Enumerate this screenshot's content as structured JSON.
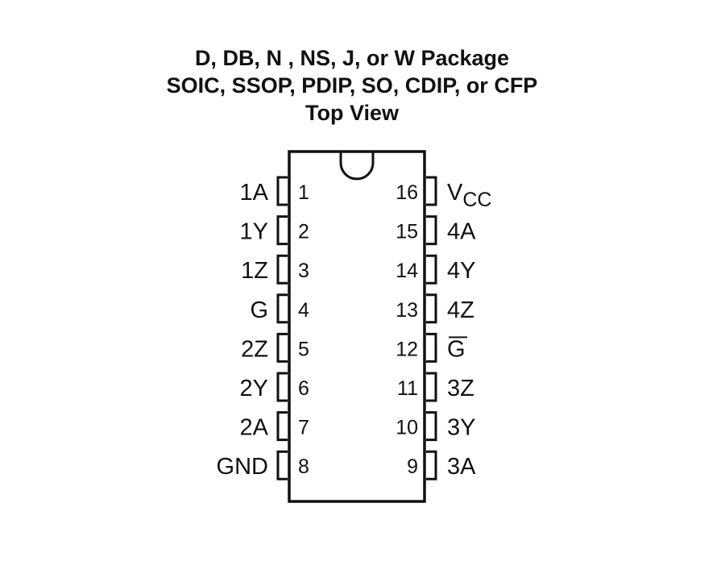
{
  "title": {
    "line1": "D, DB, N , NS, J, or W Package",
    "line2": "SOIC, SSOP, PDIP, SO, CDIP, or CFP",
    "line3": "Top View"
  },
  "pins_left": [
    {
      "num": "1",
      "name": "1A"
    },
    {
      "num": "2",
      "name": "1Y"
    },
    {
      "num": "3",
      "name": "1Z"
    },
    {
      "num": "4",
      "name": "G"
    },
    {
      "num": "5",
      "name": "2Z"
    },
    {
      "num": "6",
      "name": "2Y"
    },
    {
      "num": "7",
      "name": "2A"
    },
    {
      "num": "8",
      "name": "GND"
    }
  ],
  "pins_right": [
    {
      "num": "16",
      "name": "V",
      "sub": "CC"
    },
    {
      "num": "15",
      "name": "4A"
    },
    {
      "num": "14",
      "name": "4Y"
    },
    {
      "num": "13",
      "name": "4Z"
    },
    {
      "num": "12",
      "name": "G",
      "overline": true
    },
    {
      "num": "11",
      "name": "3Z"
    },
    {
      "num": "10",
      "name": "3Y"
    },
    {
      "num": "9",
      "name": "3A"
    }
  ]
}
